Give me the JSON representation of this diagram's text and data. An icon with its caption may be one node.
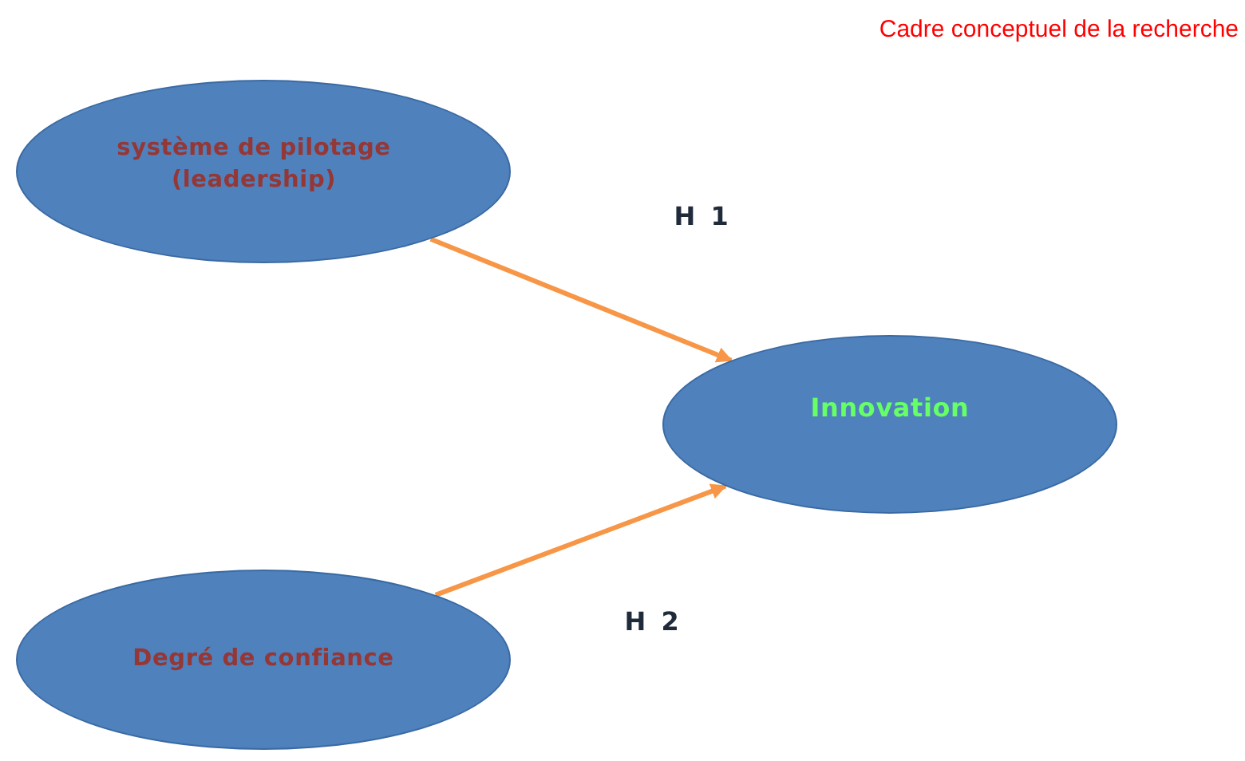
{
  "diagram": {
    "title": "Cadre conceptuel de la recherche",
    "nodes": [
      {
        "text": [
          "système de pilotage (leadership)"
        ]
      },
      {
        "text": [
          "Innovation"
        ]
      },
      {
        "text": [
          "Degré de confiance"
        ]
      }
    ],
    "edges": [
      {
        "from": 0,
        "to": 1,
        "arrow": "to",
        "label": "H 1"
      },
      {
        "from": 2,
        "to": 1,
        "arrow": "to",
        "label": "H 2"
      }
    ]
  }
}
